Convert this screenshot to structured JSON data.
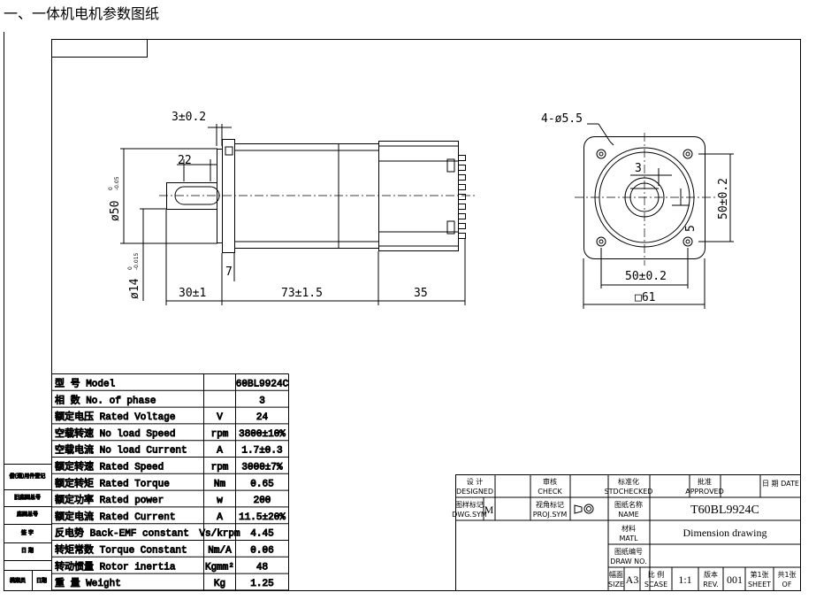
{
  "heading": "一、一体机电机参数图纸",
  "dims": {
    "flange": "3±0.2",
    "key": "22",
    "shaft_step": "ø50",
    "shaft_step_tol_top": "0",
    "shaft_step_tol_bot": "-0.05",
    "shaft_dia": "ø14",
    "shaft_dia_tol_top": "0",
    "shaft_dia_tol_bot": "-0.015",
    "seven": "7",
    "shaft_len": "30±1",
    "body_len": "73±1.5",
    "driver_len": "35",
    "holes": "4-ø5.5",
    "key_w": "3",
    "key_h": "5",
    "pcd_v": "50±0.2",
    "pcd_h": "50±0.2",
    "square": "□61"
  },
  "params": [
    {
      "cn": "型 号",
      "en": "Model",
      "unit": "",
      "value": "60BL9924C"
    },
    {
      "cn": "相 数",
      "en": "No. of phase",
      "unit": "",
      "value": "3"
    },
    {
      "cn": "额定电压",
      "en": "Rated Voltage",
      "unit": "V",
      "value": "24"
    },
    {
      "cn": "空载转速",
      "en": "No load Speed",
      "unit": "rpm",
      "value": "3800±10%"
    },
    {
      "cn": "空载电流",
      "en": "No load Current",
      "unit": "A",
      "value": "1.7±0.3"
    },
    {
      "cn": "额定转速",
      "en": "Rated Speed",
      "unit": "rpm",
      "value": "3000±7%"
    },
    {
      "cn": "额定转矩",
      "en": "Rated Torque",
      "unit": "Nm",
      "value": "0.65"
    },
    {
      "cn": "额定功率",
      "en": "Rated power",
      "unit": "w",
      "value": "200"
    },
    {
      "cn": "额定电流",
      "en": "Rated Current",
      "unit": "A",
      "value": "11.5±20%"
    },
    {
      "cn": "反电势",
      "en": "Back-EMF constant",
      "unit": "Vs/krpm",
      "value": "4.45"
    },
    {
      "cn": "转矩常数",
      "en": "Torque Constant",
      "unit": "Nm/A",
      "value": "0.06"
    },
    {
      "cn": "转动惯量",
      "en": "Rotor inertia",
      "unit": "Kgmm²",
      "value": "48"
    },
    {
      "cn": "重 量",
      "en": "Weight",
      "unit": "Kg",
      "value": "1.25"
    }
  ],
  "side_labels": [
    "借(通)用件登记",
    "旧底图总号",
    "底图总号",
    "签 字",
    "日 期"
  ],
  "side_bottom": [
    "档案员",
    "日期"
  ],
  "title_block": {
    "designed_cn": "设 计",
    "designed_en": "DESIGNED",
    "check_cn": "审核",
    "check_en": "CHECK",
    "std_cn": "标准化",
    "std_en": "STDCHECKED",
    "approved_cn": "批准",
    "approved_en": "APPROVED",
    "date_cn": "日 期",
    "date_en": "DATE",
    "dwg_cn": "图样标记",
    "dwg_en": "DWG.SYM",
    "dwg_val": "M",
    "proj_cn": "视角标记",
    "proj_en": "PROJ.SYM",
    "name_cn": "图纸名称",
    "name_en": "NAME",
    "name_val": "T60BL9924C",
    "matl_cn": "材料",
    "matl_en": "MATL",
    "matl_val": "Dimension drawing",
    "drawno_cn": "图纸编号",
    "drawno_en": "DRAW NO.",
    "size_cn": "幅面",
    "size_en": "SIZE",
    "size_val": "A3",
    "scale_cn": "比 例",
    "scale_en": "SCASE",
    "scale_val": "1:1",
    "rev_cn": "版本",
    "rev_en": "REV.",
    "rev_val": "001",
    "sheet_cn": "第1张",
    "sheet_en": "SHEET",
    "of_cn": "共1张",
    "of_en": "OF"
  }
}
